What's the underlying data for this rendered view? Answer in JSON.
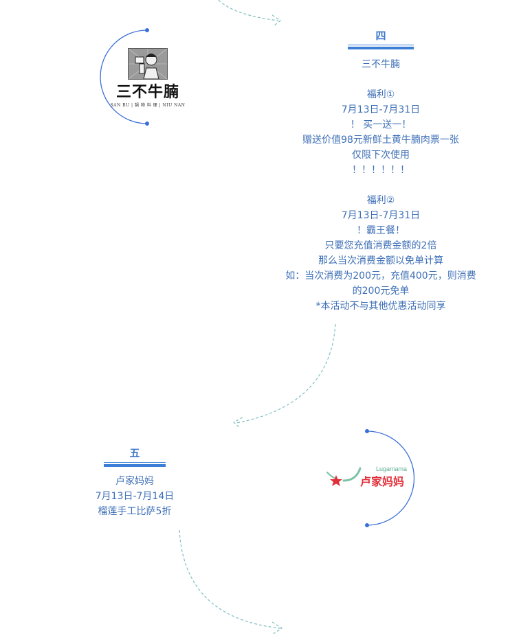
{
  "colors": {
    "text": "#3d6fb6",
    "accent": "#3d7fd6",
    "arc": "#3a6fd8",
    "dashed_arrow": "#7fbfc0",
    "logo_red": "#e0303a",
    "logo_green": "#5fae90"
  },
  "section4": {
    "number": "四",
    "merchant": "三不牛腩",
    "benefit1": {
      "title": "福利①",
      "dates": "7月13日-7月31日",
      "headline": "！ 买一送一！",
      "desc1": "赠送价值98元新鲜土黄牛腩肉票一张",
      "desc2": "仅限下次使用",
      "exclaim": "！！！！！！"
    },
    "benefit2": {
      "title": "福利②",
      "dates": "7月13日-7月31日",
      "headline": "！霸王餐！",
      "desc1": "只要您充值消费金额的2倍",
      "desc2": "那么当次消费金额以免单计算",
      "desc3": "如：当次消费为200元，充值400元，则消费",
      "desc4": "的200元免单",
      "note": "*本活动不与其他优惠活动同享"
    },
    "logo": {
      "name": "三不牛腩",
      "subtitle": "SAN BU | 锅 物 料 理 | NIU NAN",
      "icon": "chef-stop-hand-illustration"
    }
  },
  "section5": {
    "number": "五",
    "merchant": "卢家妈妈",
    "dates": "7月13日-7月14日",
    "offer": "榴莲手工比萨5折",
    "logo": {
      "en": "Lugamama",
      "cn": "卢家妈妈",
      "icon": "red-star-green-swoosh"
    }
  }
}
